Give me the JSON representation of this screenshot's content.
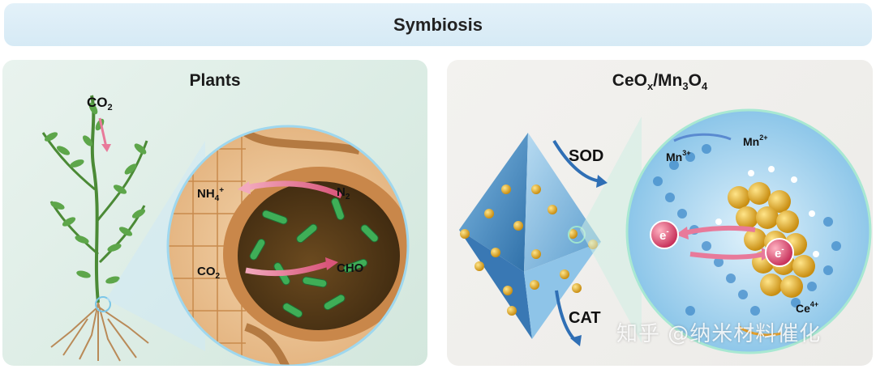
{
  "header": {
    "title": "Symbiosis"
  },
  "left_panel": {
    "title": "Plants",
    "labels": {
      "co2_top": "CO",
      "co2_top_sub": "2",
      "nh4": "NH",
      "nh4_sub": "4",
      "nh4_sup": "+",
      "n2": "N",
      "n2_sub": "2",
      "co2_bottom": "CO",
      "co2_bottom_sub": "2",
      "cho": "CHO"
    }
  },
  "right_panel": {
    "title_main": "CeO",
    "title_sub1": "x",
    "title_mid": "/Mn",
    "title_sub2": "3",
    "title_o": "O",
    "title_sub3": "4",
    "labels": {
      "sod": "SOD",
      "cat": "CAT",
      "mn3": "Mn",
      "mn3_sup": "3+",
      "mn2": "Mn",
      "mn2_sup": "2+",
      "e_minus": "e",
      "e_sup": "-",
      "ce4": "Ce",
      "ce4_sup": "4+"
    }
  },
  "watermark": "知乎 @纳米材料催化",
  "colors": {
    "banner": "#d9ecf6",
    "left_bg": "#dcece4",
    "right_bg": "#eeedea",
    "leaf": "#5da64a",
    "cell": "#d89b5c",
    "bacteria": "#3fae57",
    "octahedron": "#4a92c8",
    "gold": "#e6b52c",
    "arrow_pink": "#e87a9a",
    "arrow_blue": "#2f6fb5"
  }
}
